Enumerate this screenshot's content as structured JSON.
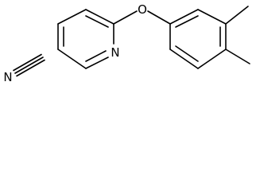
{
  "molecule": {
    "atoms": {
      "nitrile_n": "N",
      "pyridine_n": "N",
      "ether_o": "O"
    }
  }
}
